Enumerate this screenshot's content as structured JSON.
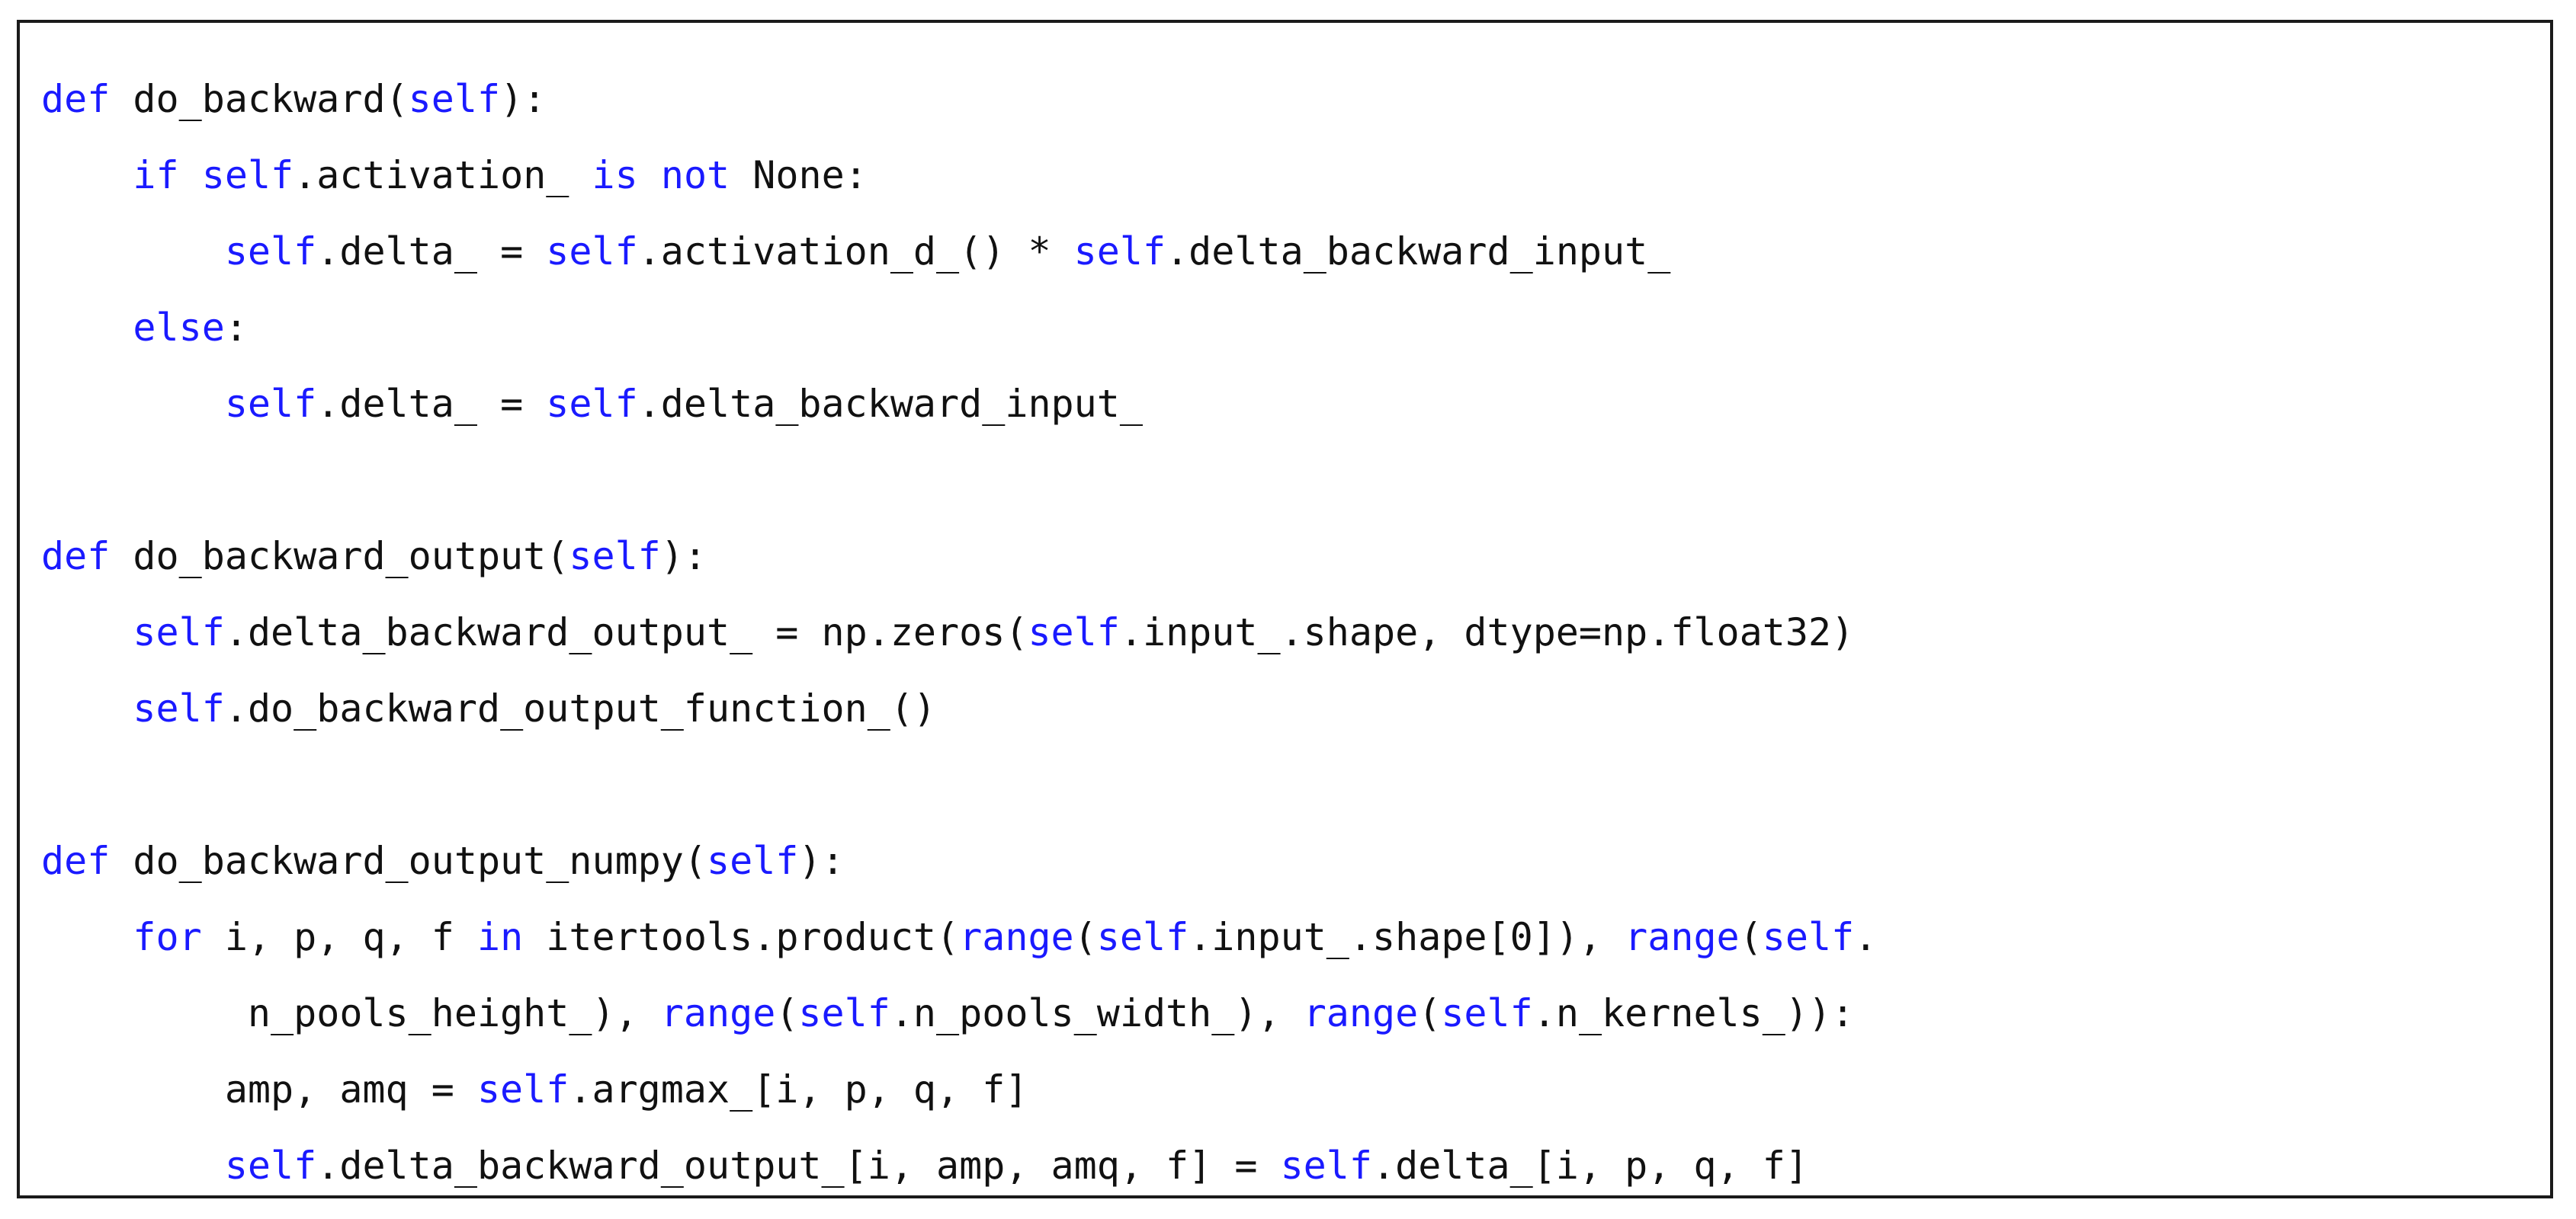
{
  "code": {
    "language": "python",
    "lines": [
      [
        {
          "t": "def",
          "k": "kw"
        },
        {
          "t": " do_backward(",
          "k": "tx"
        },
        {
          "t": "self",
          "k": "kw"
        },
        {
          "t": "):",
          "k": "tx"
        }
      ],
      [
        {
          "t": "    ",
          "k": "tx"
        },
        {
          "t": "if",
          "k": "kw"
        },
        {
          "t": " ",
          "k": "tx"
        },
        {
          "t": "self",
          "k": "kw"
        },
        {
          "t": ".activation_ ",
          "k": "tx"
        },
        {
          "t": "is",
          "k": "kw"
        },
        {
          "t": " ",
          "k": "tx"
        },
        {
          "t": "not",
          "k": "kw"
        },
        {
          "t": " None:",
          "k": "tx"
        }
      ],
      [
        {
          "t": "        ",
          "k": "tx"
        },
        {
          "t": "self",
          "k": "kw"
        },
        {
          "t": ".delta_ = ",
          "k": "tx"
        },
        {
          "t": "self",
          "k": "kw"
        },
        {
          "t": ".activation_d_() * ",
          "k": "tx"
        },
        {
          "t": "self",
          "k": "kw"
        },
        {
          "t": ".delta_backward_input_",
          "k": "tx"
        }
      ],
      [
        {
          "t": "    ",
          "k": "tx"
        },
        {
          "t": "else",
          "k": "kw"
        },
        {
          "t": ":",
          "k": "tx"
        }
      ],
      [
        {
          "t": "        ",
          "k": "tx"
        },
        {
          "t": "self",
          "k": "kw"
        },
        {
          "t": ".delta_ = ",
          "k": "tx"
        },
        {
          "t": "self",
          "k": "kw"
        },
        {
          "t": ".delta_backward_input_",
          "k": "tx"
        }
      ],
      [],
      [
        {
          "t": "def",
          "k": "kw"
        },
        {
          "t": " do_backward_output(",
          "k": "tx"
        },
        {
          "t": "self",
          "k": "kw"
        },
        {
          "t": "):",
          "k": "tx"
        }
      ],
      [
        {
          "t": "    ",
          "k": "tx"
        },
        {
          "t": "self",
          "k": "kw"
        },
        {
          "t": ".delta_backward_output_ = np.zeros(",
          "k": "tx"
        },
        {
          "t": "self",
          "k": "kw"
        },
        {
          "t": ".input_.shape, dtype=np.float32)",
          "k": "tx"
        }
      ],
      [
        {
          "t": "    ",
          "k": "tx"
        },
        {
          "t": "self",
          "k": "kw"
        },
        {
          "t": ".do_backward_output_function_()",
          "k": "tx"
        }
      ],
      [],
      [
        {
          "t": "def",
          "k": "kw"
        },
        {
          "t": " do_backward_output_numpy(",
          "k": "tx"
        },
        {
          "t": "self",
          "k": "kw"
        },
        {
          "t": "):",
          "k": "tx"
        }
      ],
      [
        {
          "t": "    ",
          "k": "tx"
        },
        {
          "t": "for",
          "k": "kw"
        },
        {
          "t": " i, p, q, f ",
          "k": "tx"
        },
        {
          "t": "in",
          "k": "kw"
        },
        {
          "t": " itertools.product(",
          "k": "tx"
        },
        {
          "t": "range",
          "k": "kw"
        },
        {
          "t": "(",
          "k": "tx"
        },
        {
          "t": "self",
          "k": "kw"
        },
        {
          "t": ".input_.shape[0]), ",
          "k": "tx"
        },
        {
          "t": "range",
          "k": "kw"
        },
        {
          "t": "(",
          "k": "tx"
        },
        {
          "t": "self",
          "k": "kw"
        },
        {
          "t": ".",
          "k": "tx"
        }
      ],
      [
        {
          "t": "         n_pools_height_), ",
          "k": "tx"
        },
        {
          "t": "range",
          "k": "kw"
        },
        {
          "t": "(",
          "k": "tx"
        },
        {
          "t": "self",
          "k": "kw"
        },
        {
          "t": ".n_pools_width_), ",
          "k": "tx"
        },
        {
          "t": "range",
          "k": "kw"
        },
        {
          "t": "(",
          "k": "tx"
        },
        {
          "t": "self",
          "k": "kw"
        },
        {
          "t": ".n_kernels_)):",
          "k": "tx"
        }
      ],
      [
        {
          "t": "        amp, amq = ",
          "k": "tx"
        },
        {
          "t": "self",
          "k": "kw"
        },
        {
          "t": ".argmax_[i, p, q, f]",
          "k": "tx"
        }
      ],
      [
        {
          "t": "        ",
          "k": "tx"
        },
        {
          "t": "self",
          "k": "kw"
        },
        {
          "t": ".delta_backward_output_[i, amp, amq, f] = ",
          "k": "tx"
        },
        {
          "t": "self",
          "k": "kw"
        },
        {
          "t": ".delta_[i, p, q, f]",
          "k": "tx"
        }
      ]
    ]
  },
  "colors": {
    "keyword": "#1a1aff",
    "text": "#111111",
    "border": "#1a1a1a",
    "background": "#ffffff"
  }
}
